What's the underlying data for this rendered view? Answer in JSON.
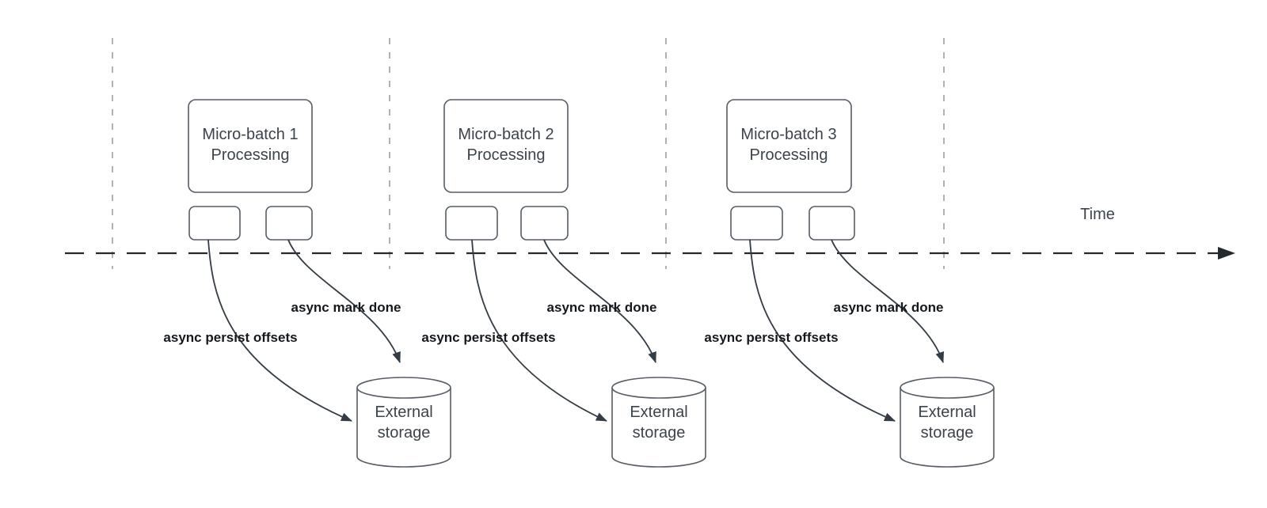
{
  "timeline": {
    "label": "Time"
  },
  "batches": [
    {
      "process_label": "Micro-batch 1\nProcessing",
      "persist_arrow_label": "async persist offsets",
      "mark_done_arrow_label": "async mark done",
      "storage_label": "External\nstorage"
    },
    {
      "process_label": "Micro-batch 2\nProcessing",
      "persist_arrow_label": "async persist offsets",
      "mark_done_arrow_label": "async mark done",
      "storage_label": "External\nstorage"
    },
    {
      "process_label": "Micro-batch 3\nProcessing",
      "persist_arrow_label": "async persist offsets",
      "mark_done_arrow_label": "async mark done",
      "storage_label": "External\nstorage"
    }
  ],
  "colors": {
    "shape_stroke": "#565d66",
    "arrow_stroke": "#343c46",
    "timeline_stroke": "#24292f",
    "guide_stroke": "#9aa0a6",
    "node_text": "#3d434b",
    "label_text": "#15181c"
  }
}
